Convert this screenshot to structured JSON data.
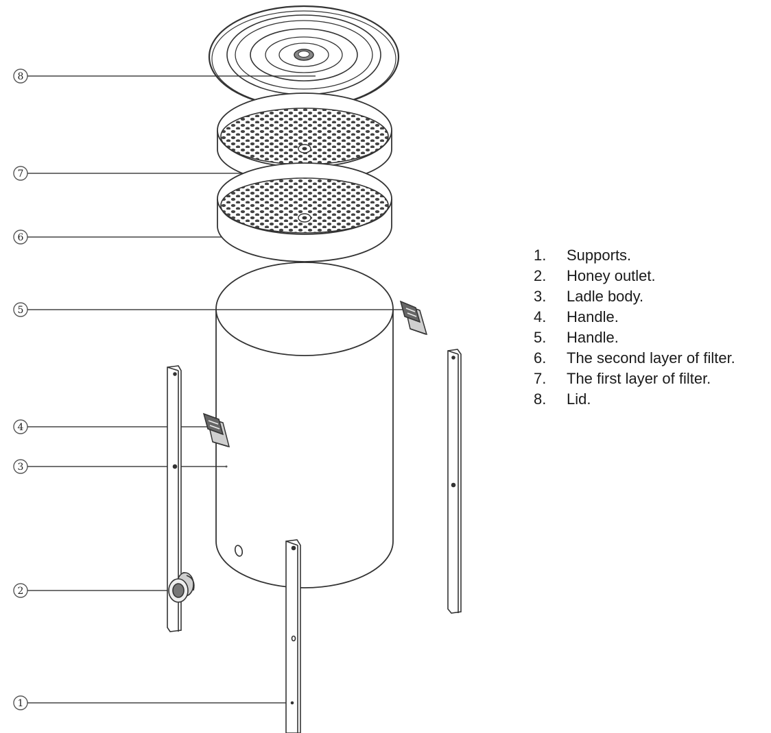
{
  "callouts": [
    "8",
    "7",
    "6",
    "5",
    "4",
    "3",
    "2",
    "1"
  ],
  "legend": [
    {
      "num": "1.",
      "text": "Supports."
    },
    {
      "num": "2.",
      "text": "Honey outlet."
    },
    {
      "num": "3.",
      "text": "Ladle body."
    },
    {
      "num": "4.",
      "text": "Handle."
    },
    {
      "num": "5.",
      "text": "Handle."
    },
    {
      "num": "6.",
      "text": "The second layer of filter."
    },
    {
      "num": "7.",
      "text": "The first layer of filter."
    },
    {
      "num": "8.",
      "text": "Lid."
    }
  ],
  "colors": {
    "line": "#333333",
    "background": "#ffffff"
  }
}
